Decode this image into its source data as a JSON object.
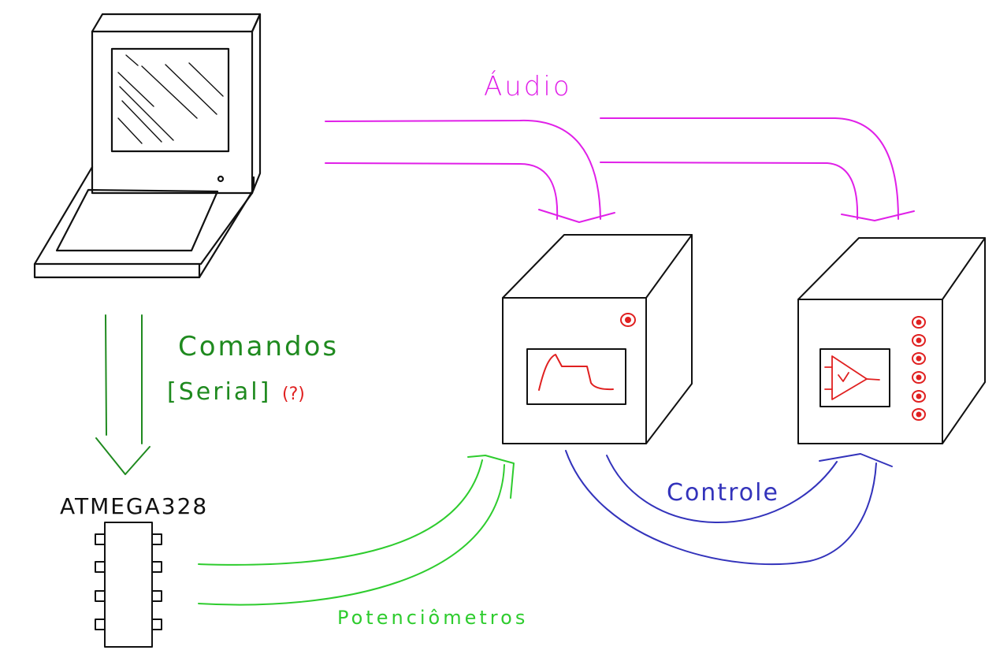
{
  "labels": {
    "audio": "Áudio",
    "commands": "Comandos",
    "serial": "[Serial]",
    "question": "(?)",
    "chip": "ATMEGA328",
    "control": "Controle",
    "pots": "Potenciômetros"
  },
  "colors": {
    "audio": "#e020e8",
    "commands": "#1f8a1f",
    "pots": "#2ecc2e",
    "control": "#3333bb",
    "led": "#e02020",
    "ink": "#111111"
  }
}
